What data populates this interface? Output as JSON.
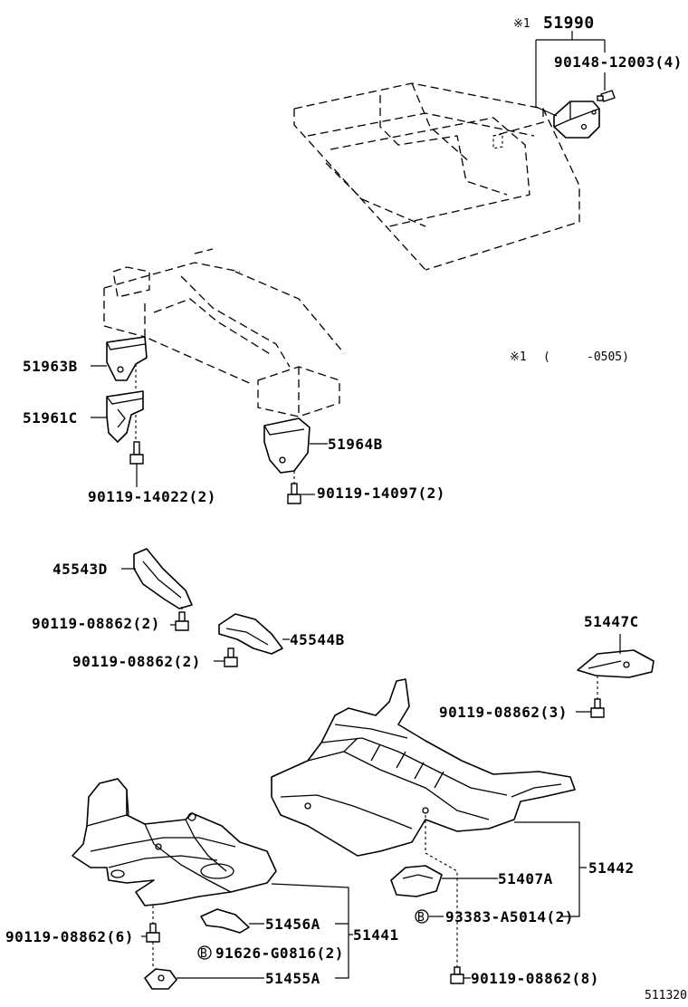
{
  "note": {
    "mark": "※1",
    "range_open": "(",
    "range_end": "-0505)"
  },
  "labels": {
    "p51990_mark": "※1",
    "p51990": "51990",
    "p90148": "90148-12003(4)",
    "p51963B": "51963B",
    "p51961C": "51961C",
    "p51964B": "51964B",
    "p90119_14022": "90119-14022(2)",
    "p90119_14097": "90119-14097(2)",
    "p45543D": "45543D",
    "p90119_08862_a": "90119-08862(2)",
    "p90119_08862_b": "90119-08862(2)",
    "p45544B": "45544B",
    "p51447C": "51447C",
    "p90119_08862_c": "90119-08862(3)",
    "p51407A": "51407A",
    "p51442": "51442",
    "p93383_mark": "B",
    "p93383": "93383-A5014(2)",
    "p51456A": "51456A",
    "p51441": "51441",
    "p91626_mark": "B",
    "p91626": "91626-G0816(2)",
    "p51455A": "51455A",
    "p90119_08862_6": "90119-08862(6)",
    "p90119_08862_8": "90119-08862(8)",
    "figure_id": "511320"
  }
}
